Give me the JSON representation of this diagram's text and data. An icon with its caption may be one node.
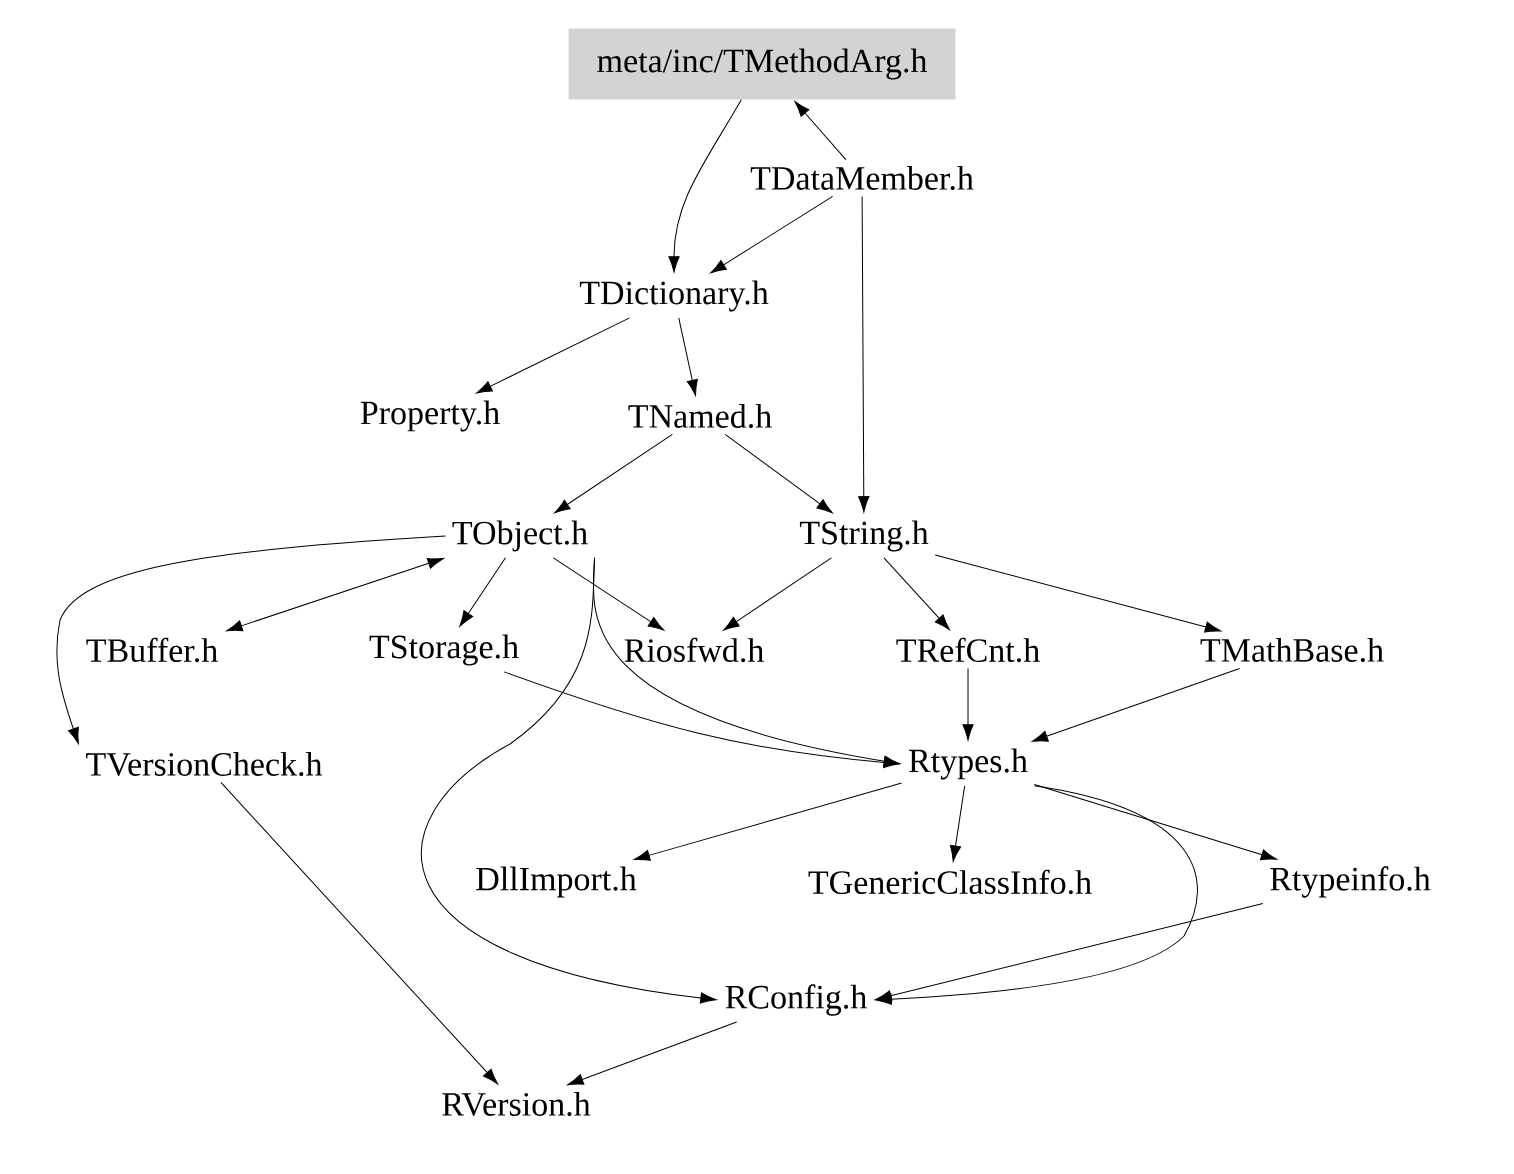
{
  "diagram": {
    "nodes": [
      {
        "text": [
          "meta/inc/TMethodArg.h"
        ]
      },
      {
        "text": [
          "TDataMember.h"
        ]
      },
      {
        "text": [
          "TDictionary.h"
        ]
      },
      {
        "text": [
          "Property.h"
        ]
      },
      {
        "text": [
          "TNamed.h"
        ]
      },
      {
        "text": [
          "TObject.h"
        ]
      },
      {
        "text": [
          "TString.h"
        ]
      },
      {
        "text": [
          "TBuffer.h"
        ]
      },
      {
        "text": [
          "TStorage.h"
        ]
      },
      {
        "text": [
          "Riosfwd.h"
        ]
      },
      {
        "text": [
          "TRefCnt.h"
        ]
      },
      {
        "text": [
          "TMathBase.h"
        ]
      },
      {
        "text": [
          "TVersionCheck.h"
        ]
      },
      {
        "text": [
          "Rtypes.h"
        ]
      },
      {
        "text": [
          "DllImport.h"
        ]
      },
      {
        "text": [
          "TGenericClassInfo.h"
        ]
      },
      {
        "text": [
          "Rtypeinfo.h"
        ]
      },
      {
        "text": [
          "RConfig.h"
        ]
      },
      {
        "text": [
          "RVersion.h"
        ]
      }
    ],
    "edges": [
      {
        "from": 0,
        "to": 2,
        "arrow": "to"
      },
      {
        "from": 1,
        "to": 0,
        "arrow": "to"
      },
      {
        "from": 1,
        "to": 2,
        "arrow": "to"
      },
      {
        "from": 1,
        "to": 6,
        "arrow": "to"
      },
      {
        "from": 2,
        "to": 3,
        "arrow": "to"
      },
      {
        "from": 2,
        "to": 4,
        "arrow": "to"
      },
      {
        "from": 4,
        "to": 5,
        "arrow": "to"
      },
      {
        "from": 4,
        "to": 6,
        "arrow": "to"
      },
      {
        "from": 5,
        "to": 7,
        "arrow": "both"
      },
      {
        "from": 5,
        "to": 8,
        "arrow": "to"
      },
      {
        "from": 5,
        "to": 9,
        "arrow": "to"
      },
      {
        "from": 5,
        "to": 12,
        "arrow": "to"
      },
      {
        "from": 5,
        "to": 13,
        "arrow": "to"
      },
      {
        "from": 8,
        "to": 13,
        "arrow": "to"
      },
      {
        "from": 5,
        "to": 17,
        "arrow": "to"
      },
      {
        "from": 6,
        "to": 9,
        "arrow": "to"
      },
      {
        "from": 6,
        "to": 10,
        "arrow": "to"
      },
      {
        "from": 6,
        "to": 11,
        "arrow": "to"
      },
      {
        "from": 10,
        "to": 13,
        "arrow": "to"
      },
      {
        "from": 11,
        "to": 13,
        "arrow": "to"
      },
      {
        "from": 13,
        "to": 14,
        "arrow": "to"
      },
      {
        "from": 13,
        "to": 15,
        "arrow": "to"
      },
      {
        "from": 13,
        "to": 16,
        "arrow": "to"
      },
      {
        "from": 13,
        "to": 17,
        "arrow": "to"
      },
      {
        "from": 16,
        "to": 17,
        "arrow": "to"
      },
      {
        "from": 12,
        "to": 18,
        "arrow": "to"
      },
      {
        "from": 17,
        "to": 18,
        "arrow": "to"
      }
    ]
  }
}
